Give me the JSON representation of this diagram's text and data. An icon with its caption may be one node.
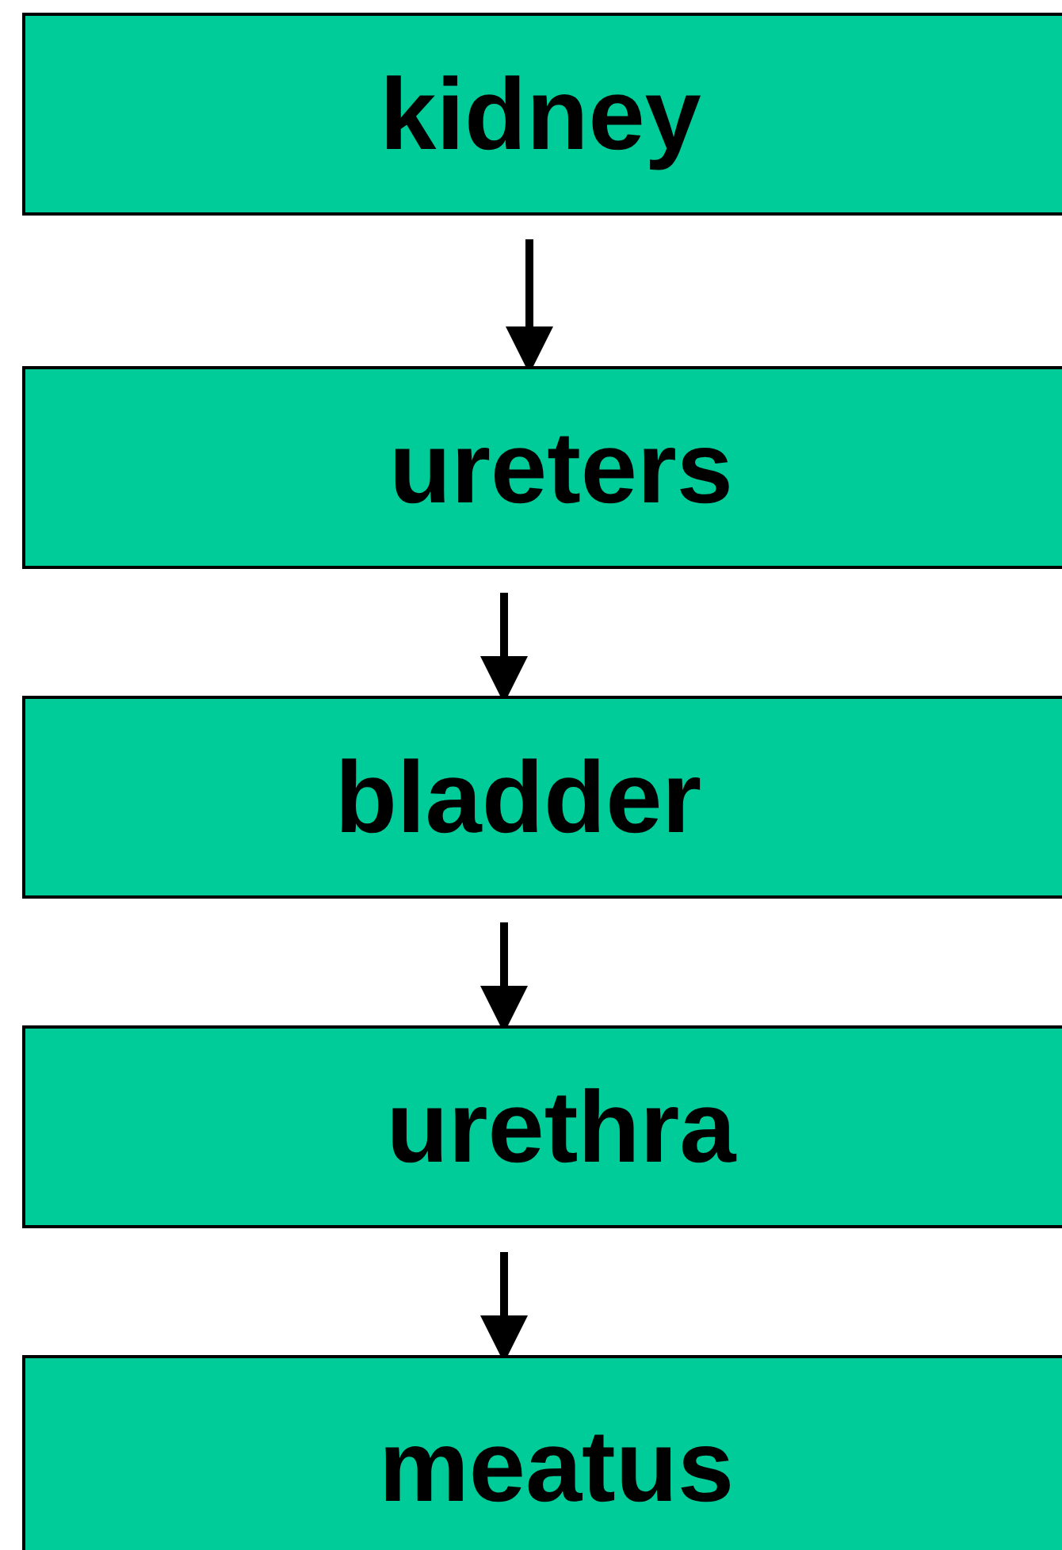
{
  "diagram": {
    "nodes": [
      {
        "text": [
          "kidney"
        ]
      },
      {
        "text": [
          "ureters"
        ]
      },
      {
        "text": [
          "bladder"
        ]
      },
      {
        "text": [
          "urethra"
        ]
      },
      {
        "text": [
          "meatus"
        ]
      }
    ],
    "edges": [
      {
        "from": 0,
        "to": 1,
        "arrow": "to"
      },
      {
        "from": 1,
        "to": 2,
        "arrow": "to"
      },
      {
        "from": 2,
        "to": 3,
        "arrow": "to"
      },
      {
        "from": 3,
        "to": 4,
        "arrow": "to"
      }
    ]
  }
}
